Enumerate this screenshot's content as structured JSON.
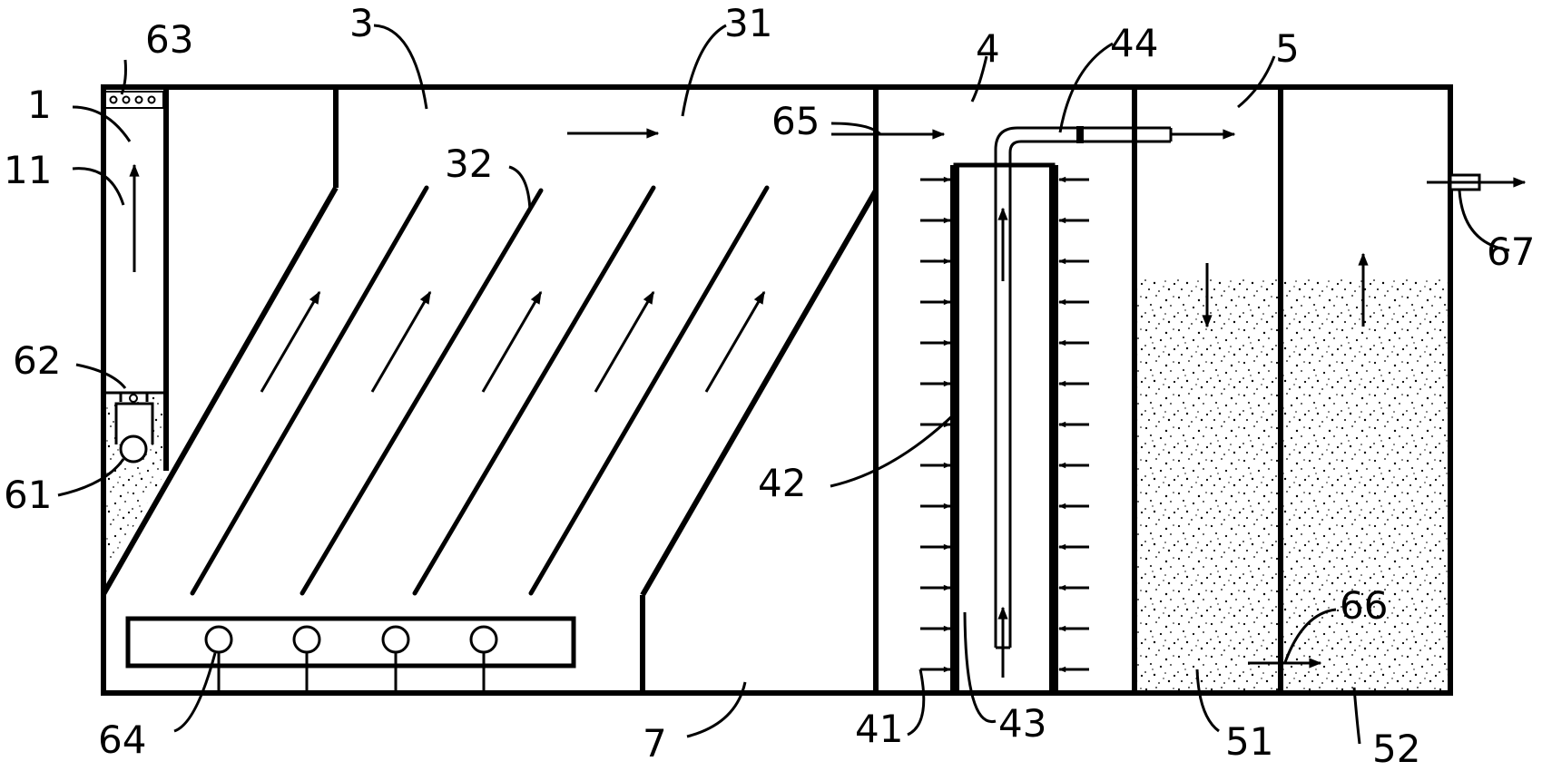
{
  "labels": {
    "l1": "1",
    "l11": "11",
    "l3": "3",
    "l31": "31",
    "l32": "32",
    "l4": "4",
    "l41": "41",
    "l42": "42",
    "l43": "43",
    "l44": "44",
    "l5": "5",
    "l51": "51",
    "l52": "52",
    "l61": "61",
    "l62": "62",
    "l63": "63",
    "l64": "64",
    "l65": "65",
    "l66": "66",
    "l67": "67",
    "l7": "7"
  }
}
